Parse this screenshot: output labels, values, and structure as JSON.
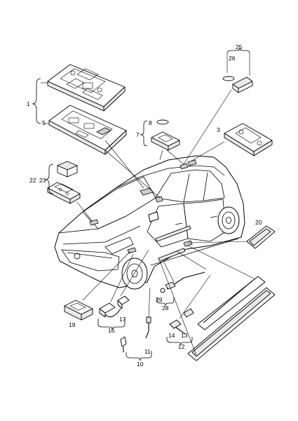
{
  "diagram": {
    "callouts": {
      "c1": "1",
      "c3": "3",
      "c5": "5",
      "c7": "7",
      "c8": "8",
      "c10": "10",
      "c11": "11",
      "c12": "12",
      "c13": "13",
      "c14": "14",
      "c16": "16",
      "c17": "17",
      "c19": "19",
      "c20": "20",
      "c22": "22",
      "c23": "23",
      "c25": "25",
      "c26": "26",
      "c28": "28",
      "c29": "29"
    }
  }
}
